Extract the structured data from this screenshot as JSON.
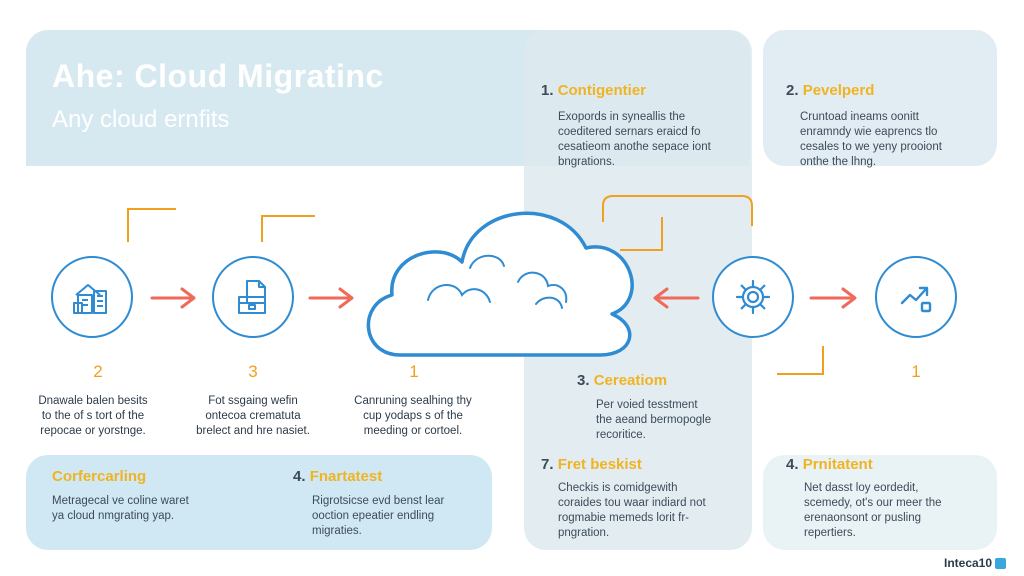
{
  "hero": {
    "title": "Ahe: Cloud Migratinc",
    "subtitle": "Any cloud ernfits"
  },
  "cards": {
    "top_mid": {
      "num": "1.",
      "head": "Contigentier",
      "body": [
        "Exopords in syneallis the",
        "coeditered sernars eraicd fo",
        "cesatieom anothe sepace iont",
        "bngrations."
      ]
    },
    "top_right": {
      "num": "2.",
      "head": "Pevelperd",
      "body": [
        "Cruntoad ineams oonitt",
        "enramndy wie eaprencs tlo",
        "cesales to we yeny prooiont",
        "onthe the lhng."
      ]
    },
    "mid_center": {
      "num": "3.",
      "head": "Cereatiom",
      "body": [
        "Per voied tesstment",
        "the aeand bermopogle",
        "recoritice."
      ]
    },
    "bottom_mid": {
      "num": "7.",
      "head": "Fret beskist",
      "body": [
        "Checkis is comidgewith",
        "coraides tou waar indiard not",
        "rogmabie memeds lorit fr-",
        "pngration."
      ]
    },
    "bottom_right": {
      "num": "4.",
      "head": "Prnitatent",
      "body": [
        "Net dasst loy eordedit,",
        "scemedy, ot's our meer the",
        "erenaonsont or pusling",
        "repertiers."
      ]
    },
    "bottom_left_a": {
      "head": "Corfercarling",
      "body": [
        "Metragecal ve coline waret",
        "ya cloud nmgrating yap."
      ]
    },
    "bottom_left_b": {
      "num": "4.",
      "head": "Fnartatest",
      "body": [
        "Rigrotsicse evd benst lear",
        "ooction epeatier endling",
        "migraties."
      ]
    }
  },
  "steps": [
    {
      "id": "buildings",
      "icon": "buildings-icon",
      "num": "2",
      "text": [
        "Dnawale balen besits",
        "to the of s tort of the",
        "repocae or yorstnge."
      ]
    },
    {
      "id": "document",
      "icon": "document-box-icon",
      "num": "3",
      "text": [
        "Fot ssgaing wefin",
        "ontecoa crematuta",
        "brelect and hre nasiet."
      ]
    },
    {
      "id": "cloud",
      "icon": "cloud-icon",
      "num": "1",
      "text": [
        "Canruning sealhing thy",
        "cup yodaps s of the",
        "meeding or cortoel."
      ]
    },
    {
      "id": "gear",
      "icon": "gear-icon",
      "num": "",
      "text": []
    },
    {
      "id": "chart",
      "icon": "trend-chart-icon",
      "num": "1",
      "text": []
    }
  ],
  "logo": {
    "text": "Inteca10"
  },
  "colors": {
    "accent_blue": "#2f8bd2",
    "accent_orange": "#f0a01e",
    "arrow_red": "#f06a5a",
    "panel_bg": "#d7e9f0"
  }
}
